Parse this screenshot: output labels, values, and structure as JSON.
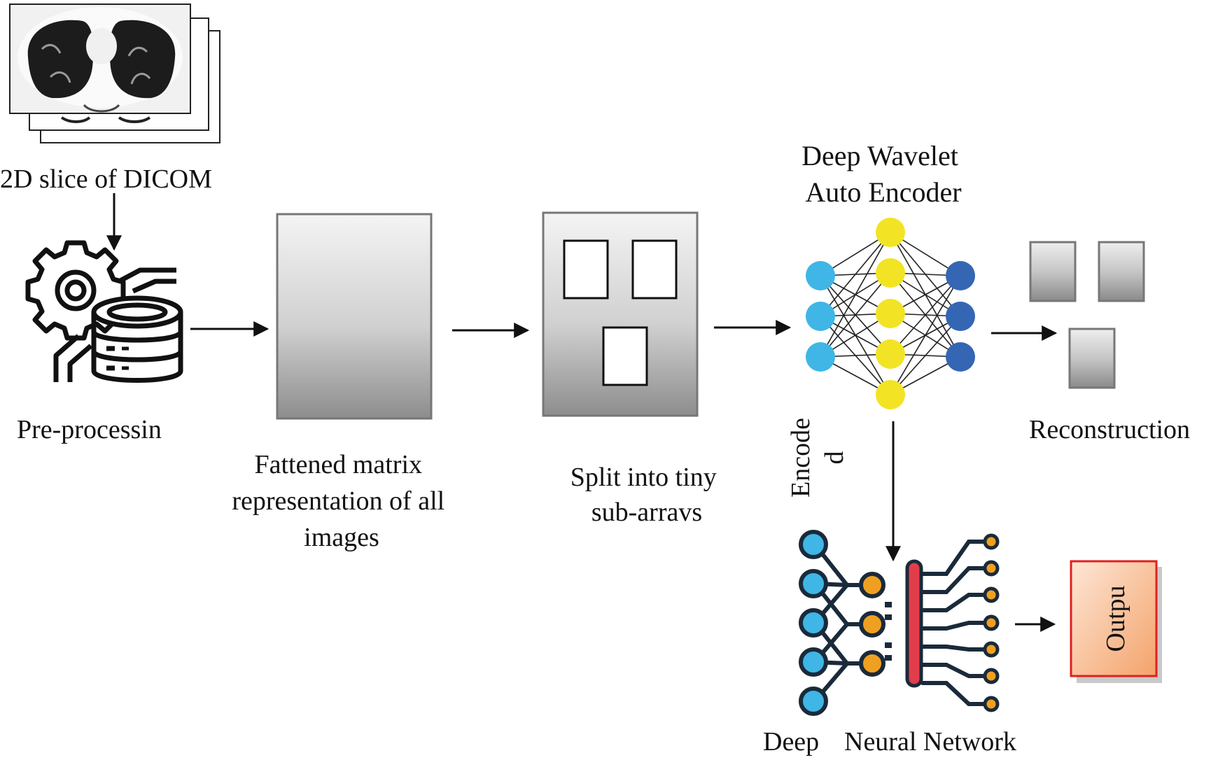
{
  "labels": {
    "dicom": "2D slice of DICOM",
    "preprocessing": "Pre-processin",
    "flattened": [
      "Fattened matrix",
      "representation of all",
      "images"
    ],
    "split": [
      "Split into tiny",
      "sub-arravs"
    ],
    "autoencoder": [
      "Deep Wavelet",
      "Auto Encoder"
    ],
    "reconstruction": "Reconstruction",
    "encoded": [
      "Encode",
      "d"
    ],
    "dnn": [
      "Deep",
      "Neural Network"
    ],
    "output": "Outpu"
  },
  "colors": {
    "input_node": "#3fb6e6",
    "hidden_node": "#f2e424",
    "output_node": "#3466b3",
    "dnn_input_node": "#3fb6e6",
    "dnn_hidden_node": "#f0a020",
    "dnn_bar": "#e23d4b",
    "output_box_border": "#e02020",
    "output_box_fill": "#f7b07e"
  },
  "icons": {
    "dicom": "ct-scan-stack-icon",
    "preprocessing": "gear-database-icon",
    "network": "neural-network-icon",
    "dnn": "deep-neural-network-icon"
  }
}
